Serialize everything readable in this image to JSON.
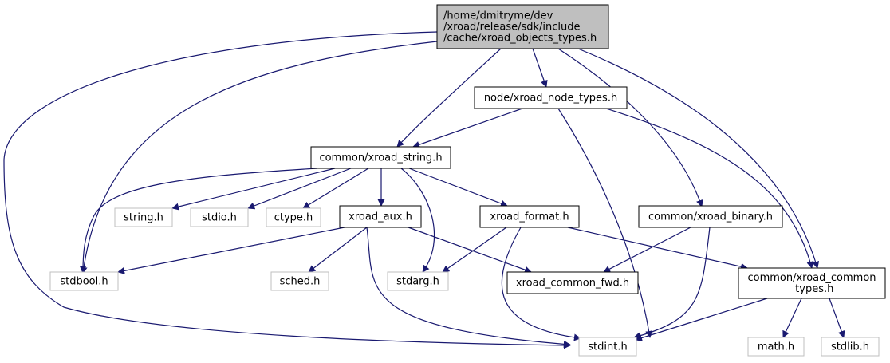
{
  "colors": {
    "edge": "#191970",
    "root_fill": "#bfbfbf",
    "node_fill": "#ffffff",
    "node_border": "#000000",
    "system_border": "#bfbfbf"
  },
  "nodes": {
    "root": {
      "lines": [
        "/home/dmitryme/dev",
        "/xroad/release/sdk/include",
        "/cache/xroad_objects_types.h"
      ],
      "kind": "root"
    },
    "node_types": {
      "lines": [
        "node/xroad_node_types.h"
      ],
      "kind": "file"
    },
    "string": {
      "lines": [
        "common/xroad_string.h"
      ],
      "kind": "file"
    },
    "binary": {
      "lines": [
        "common/xroad_binary.h"
      ],
      "kind": "file"
    },
    "aux": {
      "lines": [
        "xroad_aux.h"
      ],
      "kind": "file"
    },
    "format": {
      "lines": [
        "xroad_format.h"
      ],
      "kind": "file"
    },
    "common_fwd": {
      "lines": [
        "xroad_common_fwd.h"
      ],
      "kind": "file"
    },
    "common_types": {
      "lines": [
        "common/xroad_common",
        "_types.h"
      ],
      "kind": "file"
    },
    "string_h": {
      "lines": [
        "string.h"
      ],
      "kind": "system"
    },
    "stdio_h": {
      "lines": [
        "stdio.h"
      ],
      "kind": "system"
    },
    "ctype_h": {
      "lines": [
        "ctype.h"
      ],
      "kind": "system"
    },
    "stdbool_h": {
      "lines": [
        "stdbool.h"
      ],
      "kind": "system"
    },
    "sched_h": {
      "lines": [
        "sched.h"
      ],
      "kind": "system"
    },
    "stdarg_h": {
      "lines": [
        "stdarg.h"
      ],
      "kind": "system"
    },
    "stdint_h": {
      "lines": [
        "stdint.h"
      ],
      "kind": "system"
    },
    "math_h": {
      "lines": [
        "math.h"
      ],
      "kind": "system"
    },
    "stdlib_h": {
      "lines": [
        "stdlib.h"
      ],
      "kind": "system"
    }
  },
  "edges": [
    {
      "from": "root",
      "to": "node_types"
    },
    {
      "from": "root",
      "to": "string"
    },
    {
      "from": "root",
      "to": "binary"
    },
    {
      "from": "root",
      "to": "common_types"
    },
    {
      "from": "root",
      "to": "stdbool_h"
    },
    {
      "from": "root",
      "to": "stdint_h"
    },
    {
      "from": "node_types",
      "to": "string"
    },
    {
      "from": "node_types",
      "to": "stdint_h"
    },
    {
      "from": "node_types",
      "to": "common_types"
    },
    {
      "from": "string",
      "to": "string_h"
    },
    {
      "from": "string",
      "to": "stdio_h"
    },
    {
      "from": "string",
      "to": "ctype_h"
    },
    {
      "from": "string",
      "to": "aux"
    },
    {
      "from": "string",
      "to": "format"
    },
    {
      "from": "string",
      "to": "stdarg_h"
    },
    {
      "from": "string",
      "to": "stdbool_h"
    },
    {
      "from": "aux",
      "to": "stdbool_h"
    },
    {
      "from": "aux",
      "to": "sched_h"
    },
    {
      "from": "aux",
      "to": "common_fwd"
    },
    {
      "from": "aux",
      "to": "stdint_h"
    },
    {
      "from": "format",
      "to": "stdarg_h"
    },
    {
      "from": "format",
      "to": "common_types"
    },
    {
      "from": "format",
      "to": "stdint_h"
    },
    {
      "from": "binary",
      "to": "common_fwd"
    },
    {
      "from": "binary",
      "to": "stdint_h"
    },
    {
      "from": "common_types",
      "to": "stdint_h"
    },
    {
      "from": "common_types",
      "to": "math_h"
    },
    {
      "from": "common_types",
      "to": "stdlib_h"
    }
  ]
}
